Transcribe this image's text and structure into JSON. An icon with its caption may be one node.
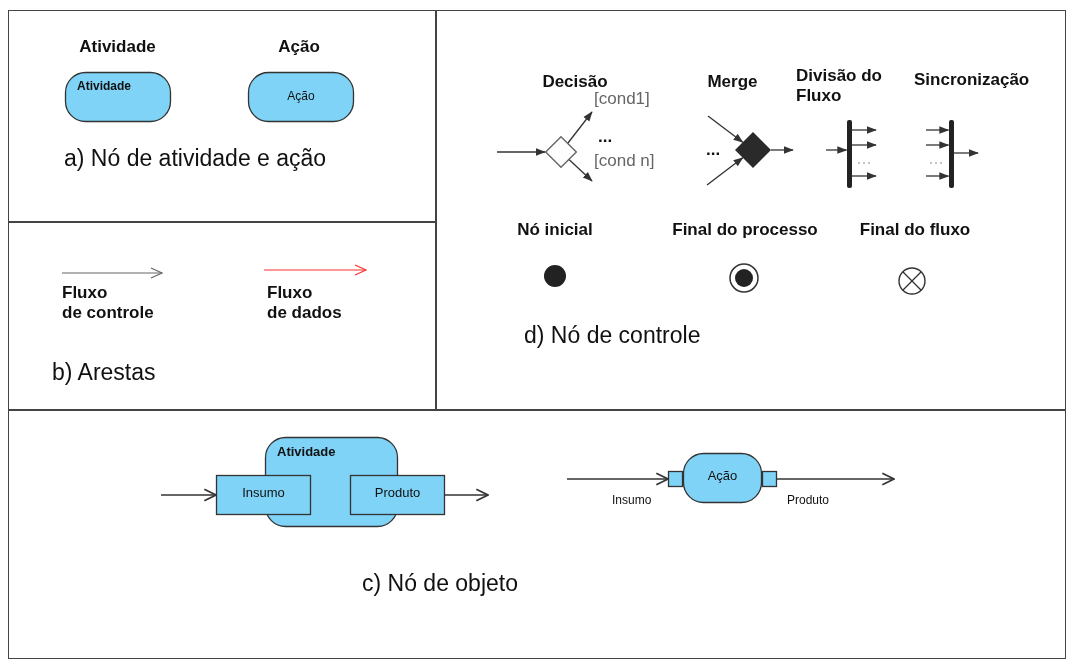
{
  "diagram": {
    "nodes": [
      {
        "text": [
          "a) Nó de atividade e ação"
        ]
      },
      {
        "text": [
          "Atividade",
          "Atividade"
        ],
        "in": 0
      },
      {
        "text": [
          "Ação",
          "Ação"
        ],
        "in": 0
      },
      {
        "text": [
          "b) Arestas"
        ]
      },
      {
        "text": [
          "d) Nó de controle"
        ]
      },
      {
        "text": [
          "Decisão"
        ],
        "in": 4
      },
      {
        "text": [
          "Merge"
        ],
        "in": 4
      },
      {
        "text": [
          "Divisão do Fluxo"
        ],
        "in": 4
      },
      {
        "text": [
          "Sincronização"
        ],
        "in": 4
      },
      {
        "text": [
          "Nó inicial"
        ],
        "in": 4
      },
      {
        "text": [
          "Final do processo"
        ],
        "in": 4
      },
      {
        "text": [
          "Final do fluxo"
        ],
        "in": 4
      },
      {
        "text": [
          "c) Nó de objeto"
        ]
      },
      {
        "text": [
          "Atividade"
        ],
        "in": 12
      },
      {
        "text": [
          "Insumo"
        ],
        "in": 12
      },
      {
        "text": [
          "Produto"
        ],
        "in": 12
      },
      {
        "text": [
          "Ação"
        ],
        "in": 12
      },
      {
        "text": [],
        "shape": "box",
        "in": 12,
        "beside": [
          "Insumo"
        ]
      },
      {
        "text": [],
        "shape": "box",
        "in": 12,
        "beside": [
          "Produto"
        ]
      }
    ],
    "edges": [
      {
        "from": null,
        "to": 5,
        "arrow": "to"
      },
      {
        "from": 5,
        "to": null,
        "arrow": "to",
        "label": "[cond1]"
      },
      {
        "from": 5,
        "to": null,
        "arrow": "to",
        "label": "[cond n]"
      },
      {
        "from": null,
        "to": 6,
        "arrow": "to"
      },
      {
        "from": null,
        "to": 6,
        "arrow": "to"
      },
      {
        "from": 6,
        "to": null,
        "arrow": "to"
      },
      {
        "from": null,
        "to": 7,
        "arrow": "to"
      },
      {
        "from": 7,
        "to": null,
        "arrow": "to"
      },
      {
        "from": 7,
        "to": null,
        "arrow": "to"
      },
      {
        "from": 7,
        "to": null,
        "arrow": "to"
      },
      {
        "from": null,
        "to": 8,
        "arrow": "to"
      },
      {
        "from": null,
        "to": 8,
        "arrow": "to"
      },
      {
        "from": null,
        "to": 8,
        "arrow": "to"
      },
      {
        "from": 8,
        "to": null,
        "arrow": "to"
      },
      {
        "from": null,
        "to": 14,
        "arrow": "to"
      },
      {
        "from": 15,
        "to": null,
        "arrow": "to"
      },
      {
        "from": null,
        "to": 17,
        "arrow": "to"
      },
      {
        "from": 18,
        "to": null,
        "arrow": "to"
      }
    ],
    "labels": [
      "Fluxo de controle",
      "Fluxo de dados",
      "...",
      "..."
    ]
  }
}
